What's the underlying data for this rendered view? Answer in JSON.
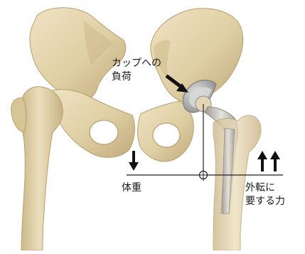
{
  "labels": {
    "cup_load_line1": "カップへの",
    "cup_load_line2": "負荷",
    "body_weight": "体重",
    "abductor_line1": "外転に",
    "abductor_line2": "要する力"
  },
  "colors": {
    "bone": "#dfcfa4",
    "bone_shade": "#bfa97a",
    "bone_highlight": "#efe3c3",
    "implant_cup": "#a9a9a9",
    "implant_liner": "#d8d8d8",
    "implant_stem": "#c9c6c0",
    "line": "#222222",
    "arrow": "#111111",
    "background": "#ffffff"
  },
  "icons": {
    "cup_load_arrow": "diagonal-arrow-icon",
    "body_weight_arrow": "down-arrow-icon",
    "abductor_arrows": "double-up-arrow-icon",
    "pivot": "fulcrum-circle-icon"
  }
}
